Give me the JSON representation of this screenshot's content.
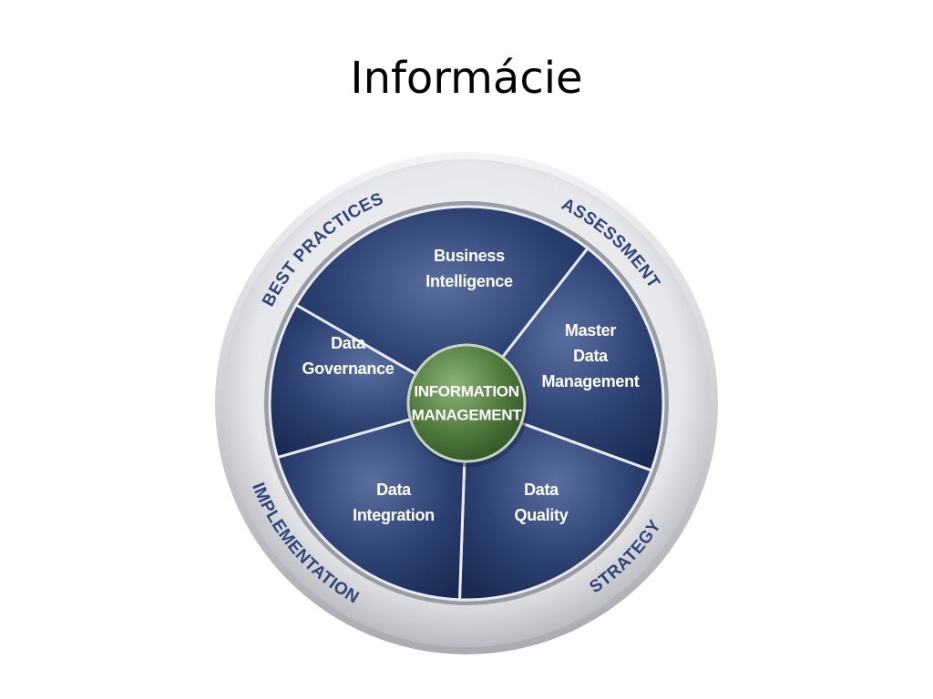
{
  "slide": {
    "title": "Informácie"
  },
  "diagram": {
    "hub": {
      "lines": [
        "INFORMATION",
        "MANAGEMENT"
      ],
      "color": "#4f7a3c"
    },
    "segments": [
      {
        "id": "business-intelligence",
        "lines": [
          "Business",
          "Intelligence"
        ]
      },
      {
        "id": "master-data-management",
        "lines": [
          "Master",
          "Data",
          "Management"
        ]
      },
      {
        "id": "data-quality",
        "lines": [
          "Data",
          "Quality"
        ]
      },
      {
        "id": "data-integration",
        "lines": [
          "Data",
          "Integration"
        ]
      },
      {
        "id": "data-governance",
        "lines": [
          "Data",
          "Governance"
        ]
      }
    ],
    "ring_labels": [
      {
        "id": "best-practices",
        "text": "BEST PRACTICES"
      },
      {
        "id": "assessment",
        "text": "ASSESSMENT"
      },
      {
        "id": "strategy",
        "text": "STRATEGY"
      },
      {
        "id": "implementation",
        "text": "IMPLEMENTATION"
      }
    ],
    "colors": {
      "segment_fill": "#2b3f6e",
      "ring_text": "#2e4579",
      "ring": "#d8d9dc"
    }
  }
}
